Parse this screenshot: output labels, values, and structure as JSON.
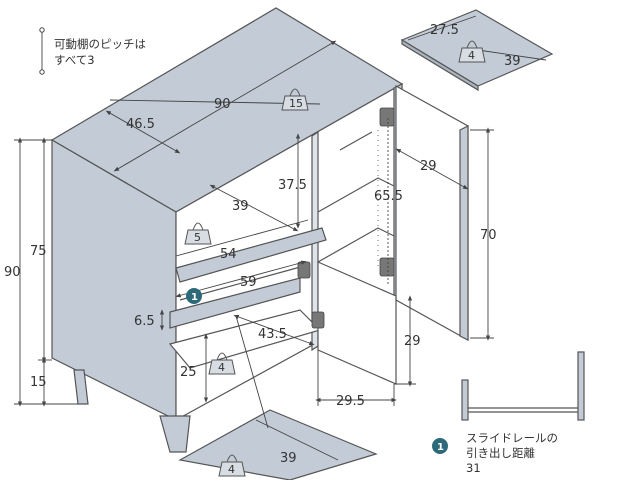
{
  "colors": {
    "board": "#c3ccd6",
    "edge": "#555555",
    "interior": "#ffffff",
    "dim": "#444444",
    "badge": "#2d6a79"
  },
  "notes": {
    "pitch_line1": "可動棚のピッチは",
    "pitch_line2": "すべて3",
    "rail_line1": "スライドレールの",
    "rail_line2": "引き出し距離",
    "rail_value": "31"
  },
  "badge_number": "1",
  "dimensions": {
    "top_depth": "46.5",
    "top_width": "90",
    "left_height_total": "90",
    "left_height_body": "75",
    "leg_height": "15",
    "upper_inner_height": "37.5",
    "upper_inner_depth": "39",
    "drawer_depth_54": "54",
    "drawer_width_59": "59",
    "drawer_front_h": "6.5",
    "drawer_inner_43": "43.5",
    "lower_inner_h": "25",
    "right_inner_h": "65.5",
    "door_inner_w": "29",
    "door_height": "70",
    "door_lower_h": "29",
    "bottom_width": "29.5",
    "shelf_w": "27.5",
    "shelf_d": "39",
    "bottom_panel_d": "39"
  },
  "weights": {
    "top": "15",
    "upper": "5",
    "lower": "4",
    "shelf": "4",
    "bottom": "4"
  }
}
